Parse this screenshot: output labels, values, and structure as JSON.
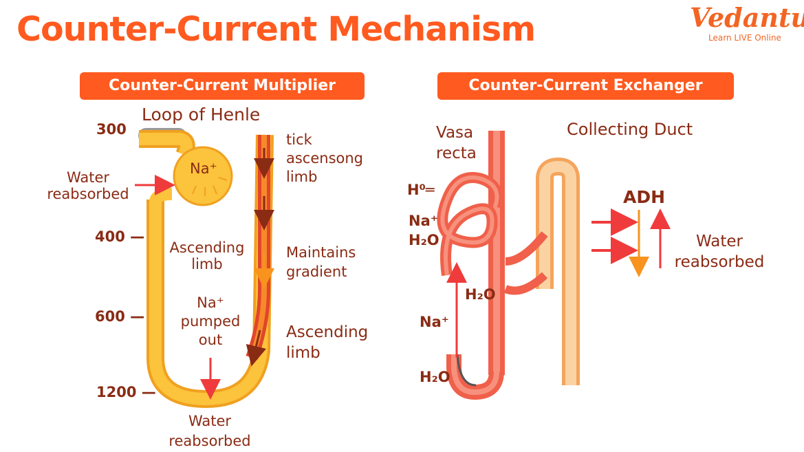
{
  "header": {
    "title": "Counter-Current Mechanism",
    "brand": {
      "name": "Vedantu",
      "tagline": "Learn LIVE Online"
    }
  },
  "multiplier": {
    "heading": "Counter-Current Multiplier",
    "loop_label": "Loop of Henle",
    "scale": [
      "300",
      "400 —",
      "600 —",
      "1200 —"
    ],
    "na_bubble": "Na⁺",
    "water_reabsorbed_left": [
      "Water",
      "reabsorbed"
    ],
    "ascending_limb_inner": [
      "Ascending",
      "limb"
    ],
    "na_pumped_out": [
      "Na⁺",
      "pumped",
      "out"
    ],
    "tick_limb": [
      "tick",
      "ascensong",
      "limb"
    ],
    "maintains_gradient": [
      "Maintains",
      "gradient"
    ],
    "ascending_limb_outer": [
      "Ascending",
      "limb"
    ],
    "water_reabsorbed_bottom": [
      "Water",
      "reabsorbed"
    ]
  },
  "exchanger": {
    "heading": "Counter-Current Exchanger",
    "vasa_recta": [
      "Vasa",
      "recta"
    ],
    "collecting_duct": "Collecting Duct",
    "h0": "H⁰═",
    "na_h2o": [
      "Na⁺",
      "H₂O"
    ],
    "h2o_mid": "H₂O",
    "na_low": "Na⁺",
    "h2o_low": "H₂O",
    "adh": "ADH",
    "water_reabsorbed": [
      "Water",
      "reabsorbed"
    ]
  },
  "colors": {
    "accent": "#ff5a1f",
    "text": "#8a2b14",
    "loop_fill": "#fcc33c",
    "vessel": "#f0604a",
    "duct": "#f9c78f",
    "arrow_red": "#ef3b3b"
  }
}
